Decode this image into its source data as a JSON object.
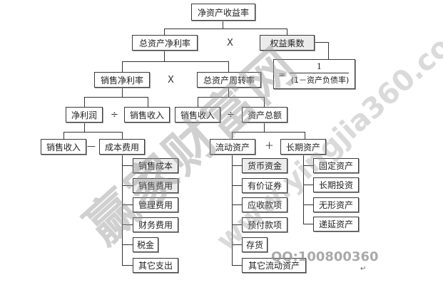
{
  "title": "净资产收益率",
  "levels": {
    "l1": {
      "left": "总资产净利率",
      "op": "X",
      "right": "权益乘数"
    },
    "equity_multiplier_formula": {
      "eq": "=",
      "numerator": "1",
      "denominator": "(1－资产负债率)"
    },
    "l2_left": {
      "left": "销售净利率",
      "op": "X",
      "right": "总资产周转率"
    },
    "l3_left": {
      "left": "净利润",
      "op": "÷",
      "right": "销售收入"
    },
    "l3_right": {
      "left": "销售收入",
      "op": "÷",
      "right": "资产总额"
    },
    "l4_left": {
      "left": "销售收入",
      "op": "—",
      "right": "成本费用"
    },
    "l4_right": {
      "left": "流动资产",
      "op": "＋",
      "right": "长期资产"
    }
  },
  "cost_items": [
    "销售成本",
    "销售费用",
    "管理费用",
    "财务费用",
    "税金",
    "其它支出"
  ],
  "current_assets": [
    "货币资金",
    "有价证券",
    "应收款项",
    "预付款项",
    "存货",
    "其它流动资产"
  ],
  "long_term_assets": [
    "固定资产",
    "长期投资",
    "无形资产",
    "递延资产"
  ],
  "watermark": {
    "chinese": "赢家财富网",
    "url": "www.yingjia360.com",
    "qq": "QQ:100800360"
  },
  "return_mark": "↵"
}
